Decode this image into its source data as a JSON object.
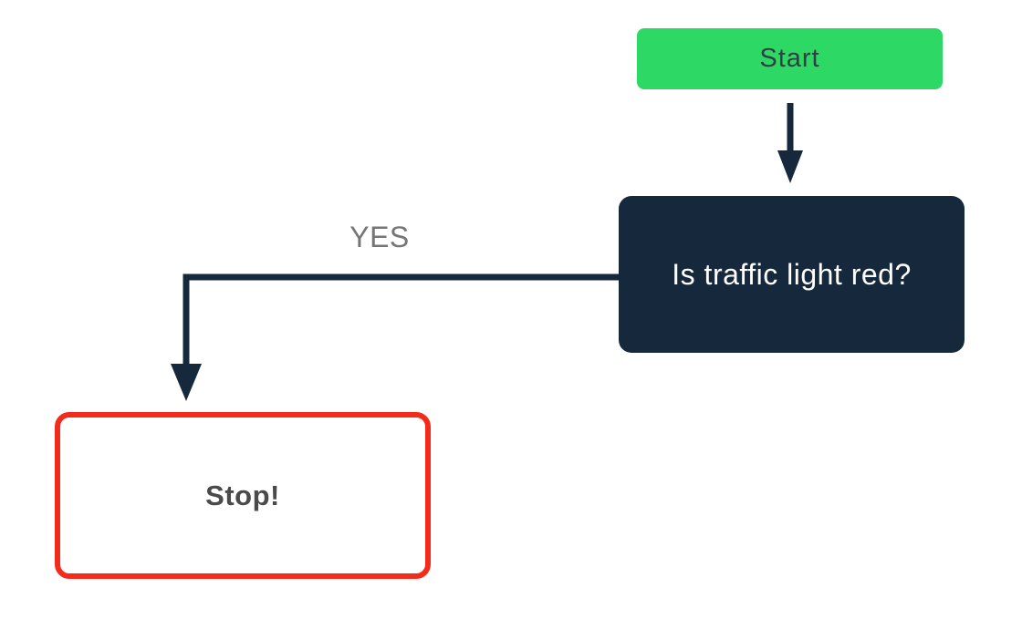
{
  "diagram": {
    "title": "",
    "nodes": [
      {
        "id": "start",
        "type": "start-terminator",
        "label": "Start"
      },
      {
        "id": "decision",
        "type": "decision",
        "label": "Is traffic light red?"
      },
      {
        "id": "stop",
        "type": "outcome",
        "label": "Stop!"
      }
    ],
    "edges": [
      {
        "from": "start",
        "to": "decision",
        "label": ""
      },
      {
        "from": "decision",
        "to": "stop",
        "label": "YES"
      }
    ]
  },
  "colors": {
    "background": "#ffffff",
    "start-fill": "#2dd964",
    "start-text": "#333e44",
    "decision-fill": "#16293c",
    "decision-text": "#ffffff",
    "connector": "#16293c",
    "edge-label": "#757575",
    "stop-border": "#f42a1b",
    "stop-fill": "#ffffff",
    "stop-text": "#4a4a4a"
  }
}
